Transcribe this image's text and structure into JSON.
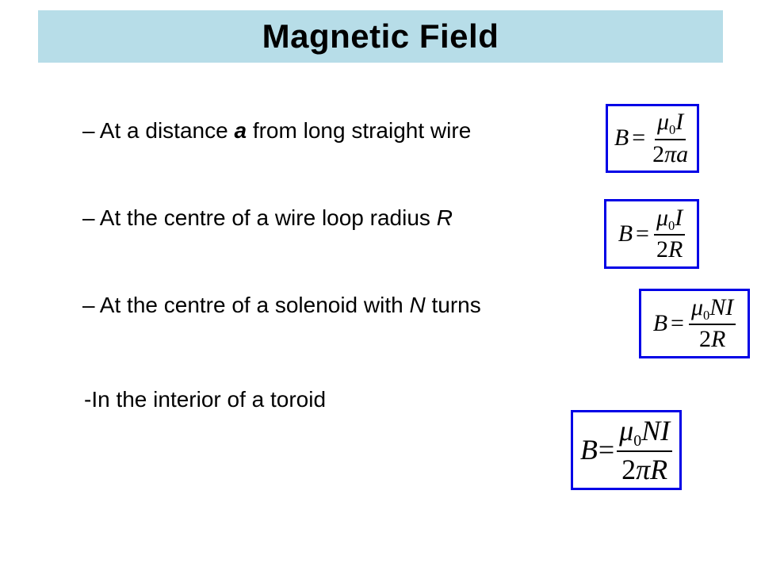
{
  "slide": {
    "title": "Magnetic Field",
    "title_bar_color": "#b7dde8",
    "formula_border_color": "#0000e6"
  },
  "items": [
    {
      "text_before": "– At a distance ",
      "emph": "a",
      "text_after": " from long straight wire",
      "formula": {
        "lhs": "B",
        "eq": "=",
        "mu": "μ",
        "sub": "0",
        "num_rest": "I",
        "den_num": "2",
        "den_var": "πa"
      }
    },
    {
      "text_before": "– At the centre of a wire loop radius ",
      "emph": "R",
      "text_after": "",
      "formula": {
        "lhs": "B",
        "eq": "=",
        "mu": "μ",
        "sub": "0",
        "num_rest": "I",
        "den_num": "2",
        "den_var": "R"
      }
    },
    {
      "text_before": "– At the centre of a solenoid with ",
      "emph": "N",
      "text_after": " turns",
      "formula": {
        "lhs": "B",
        "eq": "=",
        "mu": "μ",
        "sub": "0",
        "num_rest": "NI",
        "den_num": "2",
        "den_var": "R"
      }
    },
    {
      "text_before": "-In the interior of a toroid",
      "emph": "",
      "text_after": "",
      "formula": {
        "lhs": "B",
        "eq": "=",
        "mu": "μ",
        "sub": "0",
        "num_rest": "NI",
        "den_num": "2",
        "den_var": "πR"
      }
    }
  ]
}
